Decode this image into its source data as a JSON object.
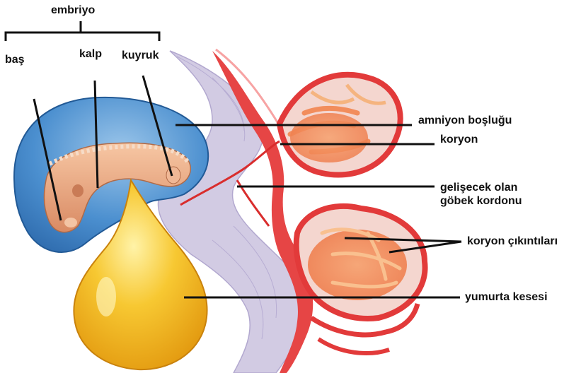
{
  "labels": {
    "embryo": "embriyo",
    "head": "baş",
    "heart": "kalp",
    "tail": "kuyruk",
    "amniotic_cavity": "amniyon boşluğu",
    "chorion": "koryon",
    "umbilical_cord_line1": "gelişecek olan",
    "umbilical_cord_line2": "göbek kordonu",
    "chorionic_villi": "koryon çıkıntıları",
    "yolk_sac": "yumurta kesesi"
  },
  "colors": {
    "amnion_blue": "#3a7fc1",
    "yolk_yellow": "#f2b21c",
    "embryo_peach": "#e9a37e",
    "membrane_lavender": "#c9c2de",
    "chorion_red": "#e23a3a",
    "villi_orange": "#f08a5a"
  }
}
